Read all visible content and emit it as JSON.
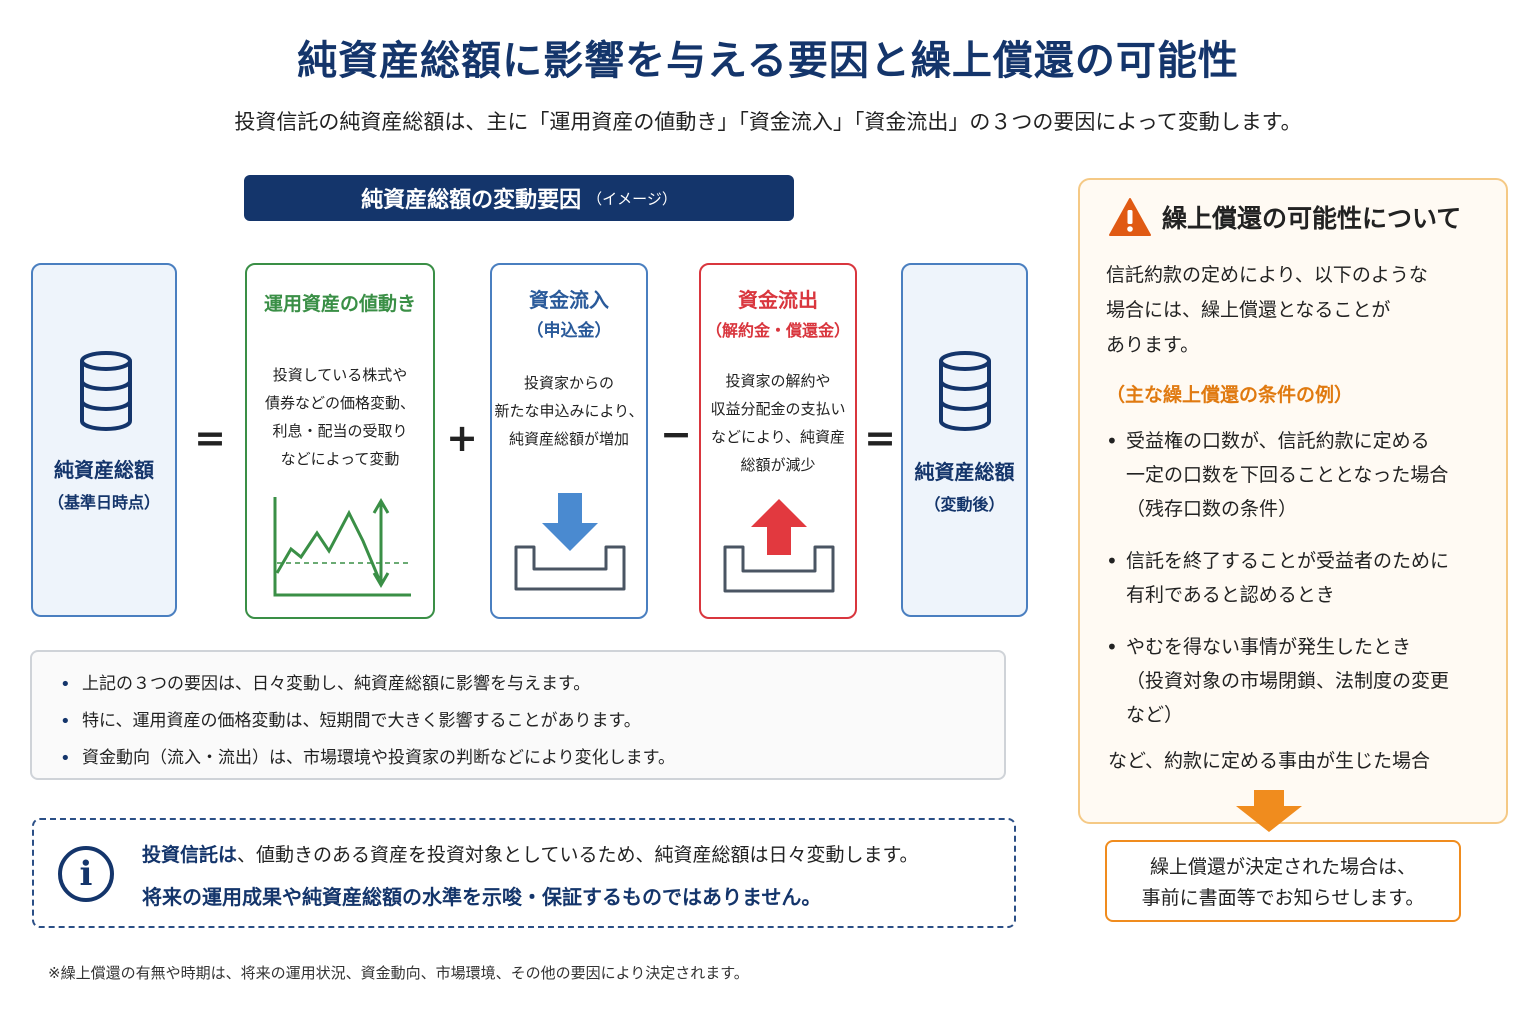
{
  "title": "純資産総額に影響を与える要因と繰上償還の可能性",
  "subtitle": "投資信託の純資産総額は、主に「運用資産の値動き」「資金流入」「資金流出」の３つの要因によって変動します。",
  "section": {
    "title": "純資産総額の変動要因",
    "note": "（イメージ）"
  },
  "cards": {
    "base": {
      "title": "純資産総額",
      "sub": "（基準日時点）"
    },
    "price": {
      "title": "運用資産の値動き",
      "lines": [
        "投資している株式や",
        "債券などの価格変動、",
        "利息・配当の受取り",
        "などによって変動"
      ]
    },
    "inflow": {
      "title": "資金流入",
      "sub": "（申込金）",
      "lines": [
        "投資家からの",
        "新たな申込みにより、",
        "純資産総額が増加"
      ]
    },
    "outflow": {
      "title": "資金流出",
      "sub": "（解約金・償還金）",
      "lines": [
        "投資家の解約や",
        "収益分配金の支払い",
        "などにより、純資産",
        "総額が減少"
      ]
    },
    "after": {
      "title": "純資産総額",
      "sub": "（変動後）"
    }
  },
  "operators": {
    "eq1": "=",
    "plus": "+",
    "minus": "−",
    "eq2": "="
  },
  "notes": [
    "上記の３つの要因は、日々変動し、純資産総額に影響を与えます。",
    "特に、運用資産の価格変動は、短期間で大きく影響することがあります。",
    "資金動向（流入・流出）は、市場環境や投資家の判断などにより変化します。"
  ],
  "info": {
    "icon": "i",
    "line1_highlight": "投資信託は",
    "line1_rest": "、値動きのある資産を投資対象としているため、純資産総額は日々変動します。",
    "line2": "将来の運用成果や純資産総額の水準を示唆・保証するものではありません。"
  },
  "footnote": "※繰上償還の有無や時期は、将来の運用状況、資金動向、市場環境、その他の要因により決定されます。",
  "side": {
    "title": "繰上償還の可能性について",
    "intro": [
      "信託約款の定めにより、以下のような",
      "場合には、繰上償還となることが",
      "あります。"
    ],
    "cond_title": "（主な繰上償還の条件の例）",
    "conditions": [
      [
        "受益権の口数が、信託約款に定める",
        "一定の口数を下回ることとなった場合",
        "（残存口数の条件）"
      ],
      [
        "信託を終了することが受益者のために",
        "有利であると認めるとき"
      ],
      [
        "やむを得ない事情が発生したとき",
        "（投資対象の市場閉鎖、法制度の変更",
        "など）"
      ]
    ],
    "tail": "など、約款に定める事由が生じた場合",
    "result": [
      "繰上償還が決定された場合は、",
      "事前に書面等でお知らせします。"
    ]
  },
  "colors": {
    "navy": "#14356b",
    "green": "#3a8f46",
    "blue": "#4a7fc0",
    "red": "#d9363e",
    "orange": "#f08c1e"
  }
}
